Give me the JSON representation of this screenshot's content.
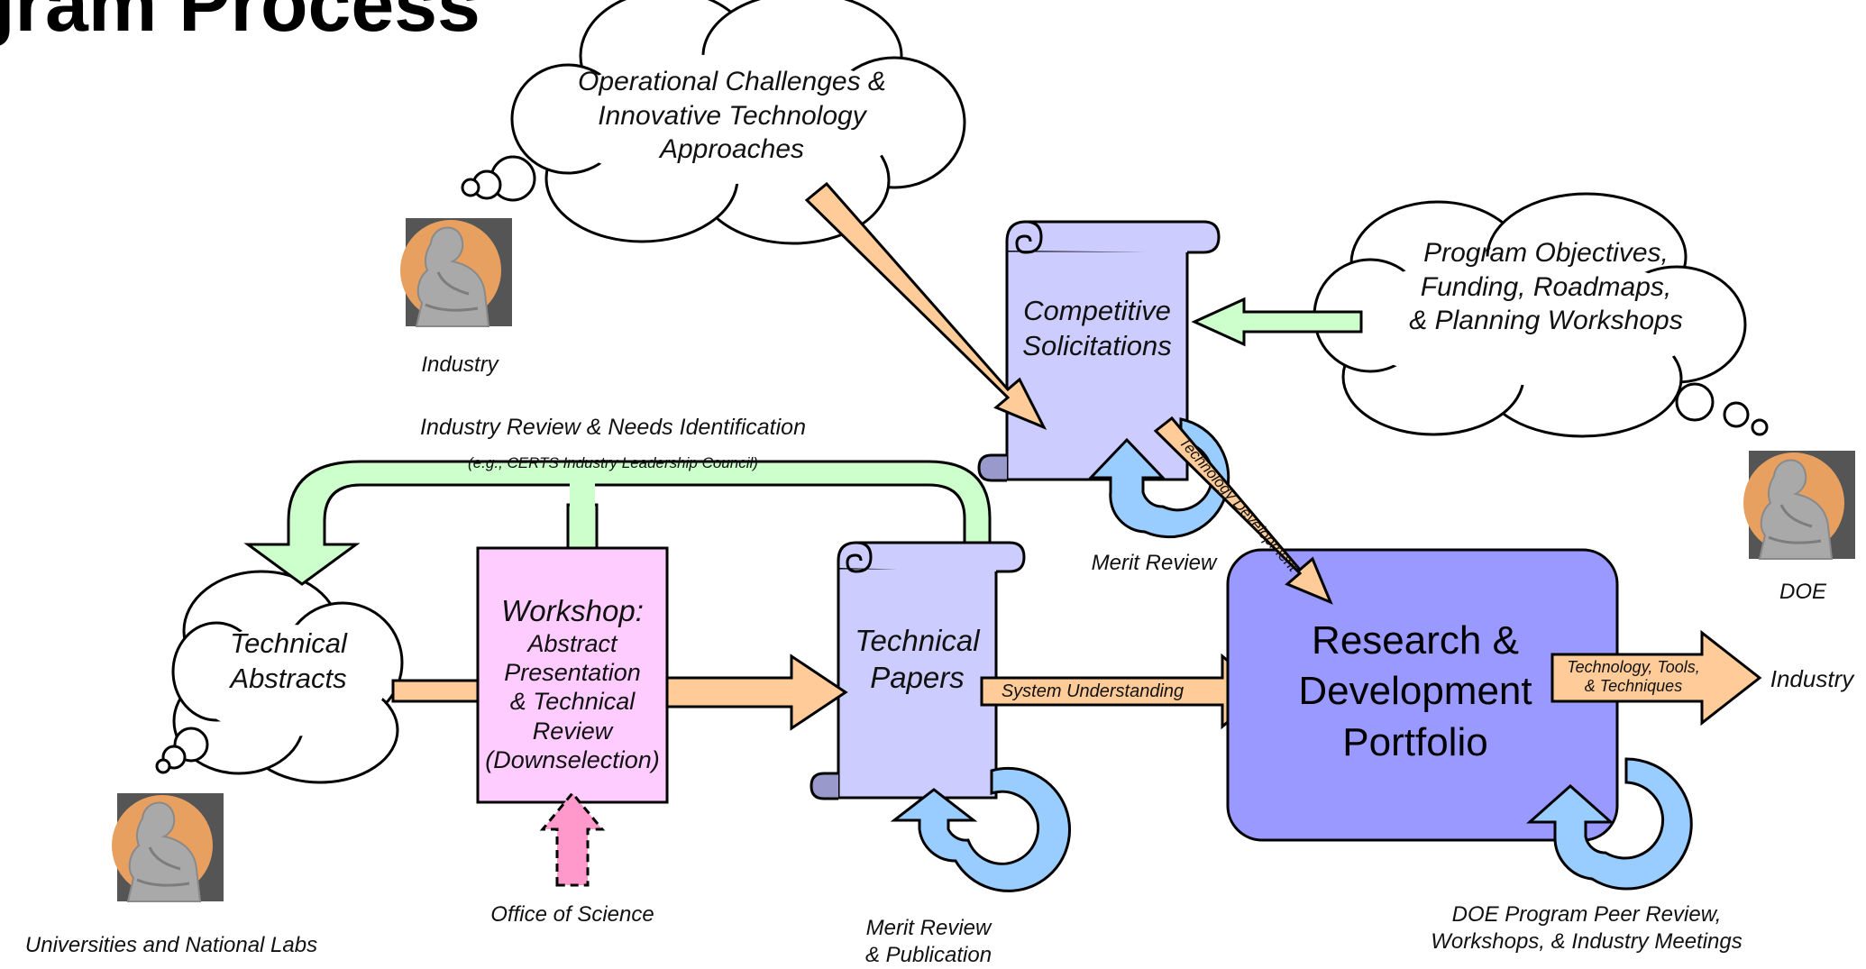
{
  "title": "gram Process",
  "clouds": {
    "operational": [
      "Operational Challenges &",
      "Innovative Technology",
      "Approaches"
    ],
    "objectives": [
      "Program Objectives,",
      "Funding, Roadmaps,",
      "& Planning Workshops"
    ],
    "abstracts": [
      "Technical",
      "Abstracts"
    ]
  },
  "actors": {
    "industry_top": "Industry",
    "doe": "DOE",
    "universities": "Universities and National Labs",
    "industry_right": "Industry"
  },
  "boxes": {
    "solicitations": [
      "Competitive",
      "Solicitations"
    ],
    "workshop_title": "Workshop:",
    "workshop_body": [
      "Abstract",
      "Presentation",
      "& Technical",
      "Review",
      "(Downselection)"
    ],
    "papers": [
      "Technical",
      "Papers"
    ],
    "portfolio": [
      "Research &",
      "Development",
      "Portfolio"
    ]
  },
  "flows": {
    "industry_review": "Industry Review & Needs Identification",
    "industry_review_example": "(e.g., CERTS Industry Leadership Council)",
    "merit_review_top": "Merit Review",
    "technology_development": "Technology Development",
    "system_understanding": "System Understanding",
    "tech_tools": [
      "Technology, Tools,",
      "& Techniques"
    ],
    "office_of_science": "Office of Science",
    "merit_publication": [
      "Merit Review",
      "& Publication"
    ],
    "doe_peer_review": [
      "DOE Program Peer Review,",
      "Workshops, & Industry Meetings"
    ]
  },
  "colors": {
    "scroll_fill": "#ccccff",
    "portfolio_fill": "#9999ff",
    "workshop_fill": "#ffccff",
    "orange_arrow": "#ffcc99",
    "green_arrow": "#ccffcc",
    "blue_cycle": "#99ccff",
    "pink_arrow": "#ff99cc"
  },
  "icons": {
    "thinker": "thinker-statue-icon"
  }
}
